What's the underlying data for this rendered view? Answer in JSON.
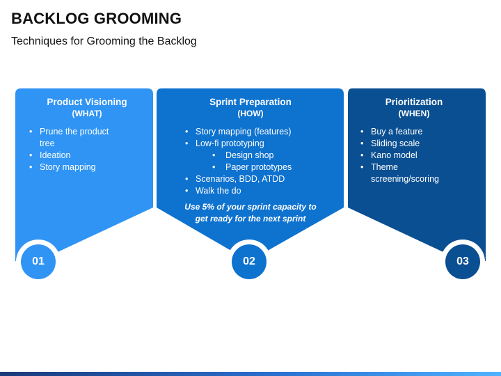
{
  "title": "BACKLOG GROOMING",
  "subtitle": "Techniques for Grooming the Backlog",
  "cards": [
    {
      "title": "Product Visioning",
      "sub": "(WHAT)",
      "number": "01",
      "color": "#2f94f4",
      "items": [
        "Prune the product tree",
        "Ideation",
        "Story mapping"
      ]
    },
    {
      "title": "Sprint Preparation",
      "sub": "(HOW)",
      "number": "02",
      "color": "#0e72cf",
      "items": [
        "Story mapping (features)",
        "Low-fi prototyping",
        "Design shop",
        "Paper prototypes",
        "Scenarios, BDD, ATDD",
        "Walk the do"
      ],
      "note": "Use 5% of your sprint capacity to get ready for the next sprint"
    },
    {
      "title": "Prioritization",
      "sub": "(WHEN)",
      "number": "03",
      "color": "#0a4f92",
      "items": [
        "Buy a feature",
        "Sliding scale",
        "Kano model",
        "Theme screening/scoring"
      ]
    }
  ]
}
